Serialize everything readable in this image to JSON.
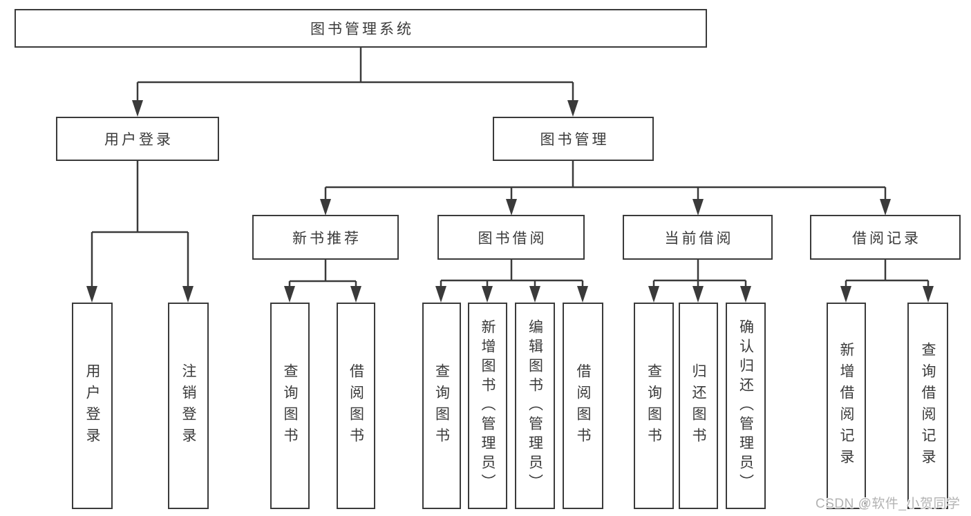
{
  "colors": {
    "line": "#3a3a3a",
    "text": "#3a3a3a",
    "background": "#ffffff",
    "watermark": "#b3b3b3"
  },
  "tree": {
    "root": {
      "label": "图书管理系统"
    },
    "branches": [
      {
        "label": "用户登录",
        "leaves": [
          {
            "label": "用户登录"
          },
          {
            "label": "注销登录"
          }
        ]
      },
      {
        "label": "图书管理",
        "groups": [
          {
            "label": "新书推荐",
            "leaves": [
              {
                "label": "查询图书"
              },
              {
                "label": "借阅图书"
              }
            ]
          },
          {
            "label": "图书借阅",
            "leaves": [
              {
                "label": "查询图书"
              },
              {
                "label": "新增图书（管理员）"
              },
              {
                "label": "编辑图书（管理员）"
              },
              {
                "label": "借阅图书"
              }
            ]
          },
          {
            "label": "当前借阅",
            "leaves": [
              {
                "label": "查询图书"
              },
              {
                "label": "归还图书"
              },
              {
                "label": "确认归还（管理员）"
              }
            ]
          },
          {
            "label": "借阅记录",
            "leaves": [
              {
                "label": "新增借阅记录"
              },
              {
                "label": "查询借阅记录"
              }
            ]
          }
        ]
      }
    ]
  },
  "watermark": {
    "text": "CSDN @软件_小贺同学"
  }
}
